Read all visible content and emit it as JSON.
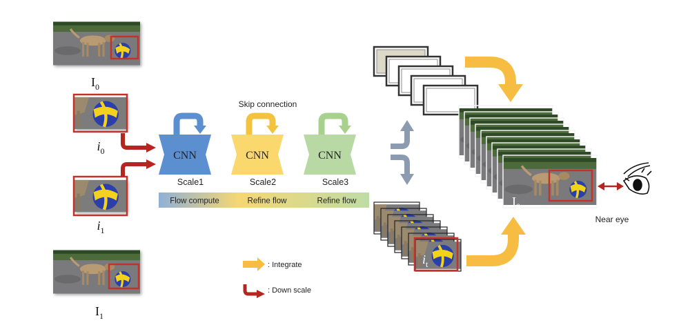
{
  "inputs": {
    "frame0": {
      "label": "I",
      "sub": "0"
    },
    "patch0": {
      "label": "i",
      "sub": "0"
    },
    "patch1": {
      "label": "i",
      "sub": "1"
    },
    "frame1": {
      "label": "I",
      "sub": "1"
    }
  },
  "network": {
    "skip_label": "Skip connection",
    "blocks": [
      {
        "text": "CNN",
        "scale": "Scale1",
        "color": "#5b8fcf",
        "skip_color": "#5b8fcf"
      },
      {
        "text": "CNN",
        "scale": "Scale2",
        "color": "#fad86e",
        "skip_color": "#f3c340"
      },
      {
        "text": "CNN",
        "scale": "Scale3",
        "color": "#b8d9a4",
        "skip_color": "#a9d18e"
      }
    ],
    "bar_labels": [
      "Flow compute",
      "Refine flow",
      "Refine flow"
    ]
  },
  "outputs": {
    "patch_label": {
      "label": "i",
      "sub": "t"
    },
    "frame_label": {
      "label": "I",
      "sub": "0"
    },
    "eye_label": "Near eye"
  },
  "legend": {
    "integrate": ": Integrate",
    "downscale": ": Down scale"
  },
  "colors": {
    "integrate_arrow": "#f6bd42",
    "downscale_arrow": "#b52620",
    "split_arrow": "#8c9bb0",
    "red_box": "#c0322a"
  }
}
